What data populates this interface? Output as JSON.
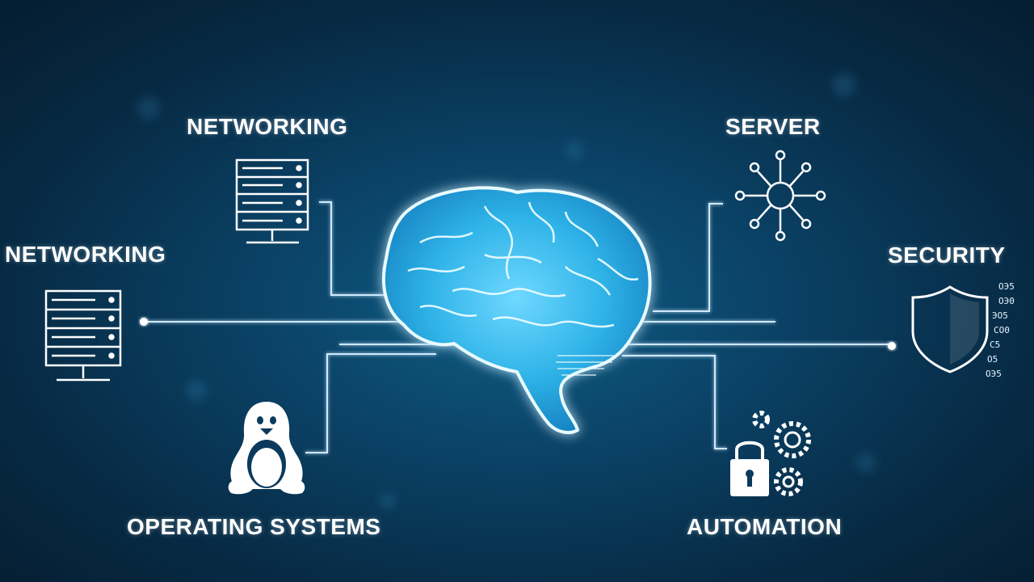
{
  "labels": {
    "networking_top": "NETWORKING",
    "networking_left": "NETWORKING",
    "server": "SERVER",
    "security": "SECURITY",
    "operating_systems": "OPERATING SYSTEMS",
    "automation": "AUTOMATION"
  },
  "security_code": [
    "OЭ5",
    "OЭ0",
    "ЭO5",
    "CO0",
    "C5",
    "O5",
    "OЭ5"
  ],
  "icons": {
    "networking_top": "server-rack-icon",
    "networking_left": "server-rack-icon",
    "server": "network-hub-icon",
    "security": "shield-icon",
    "operating_systems": "linux-penguin-icon",
    "automation": "lock-gears-icon",
    "center": "brain-icon"
  },
  "colors": {
    "background": "#072b45",
    "brain": "#2fb8ec",
    "line": "#cfe9ff",
    "text": "#ffffff"
  }
}
